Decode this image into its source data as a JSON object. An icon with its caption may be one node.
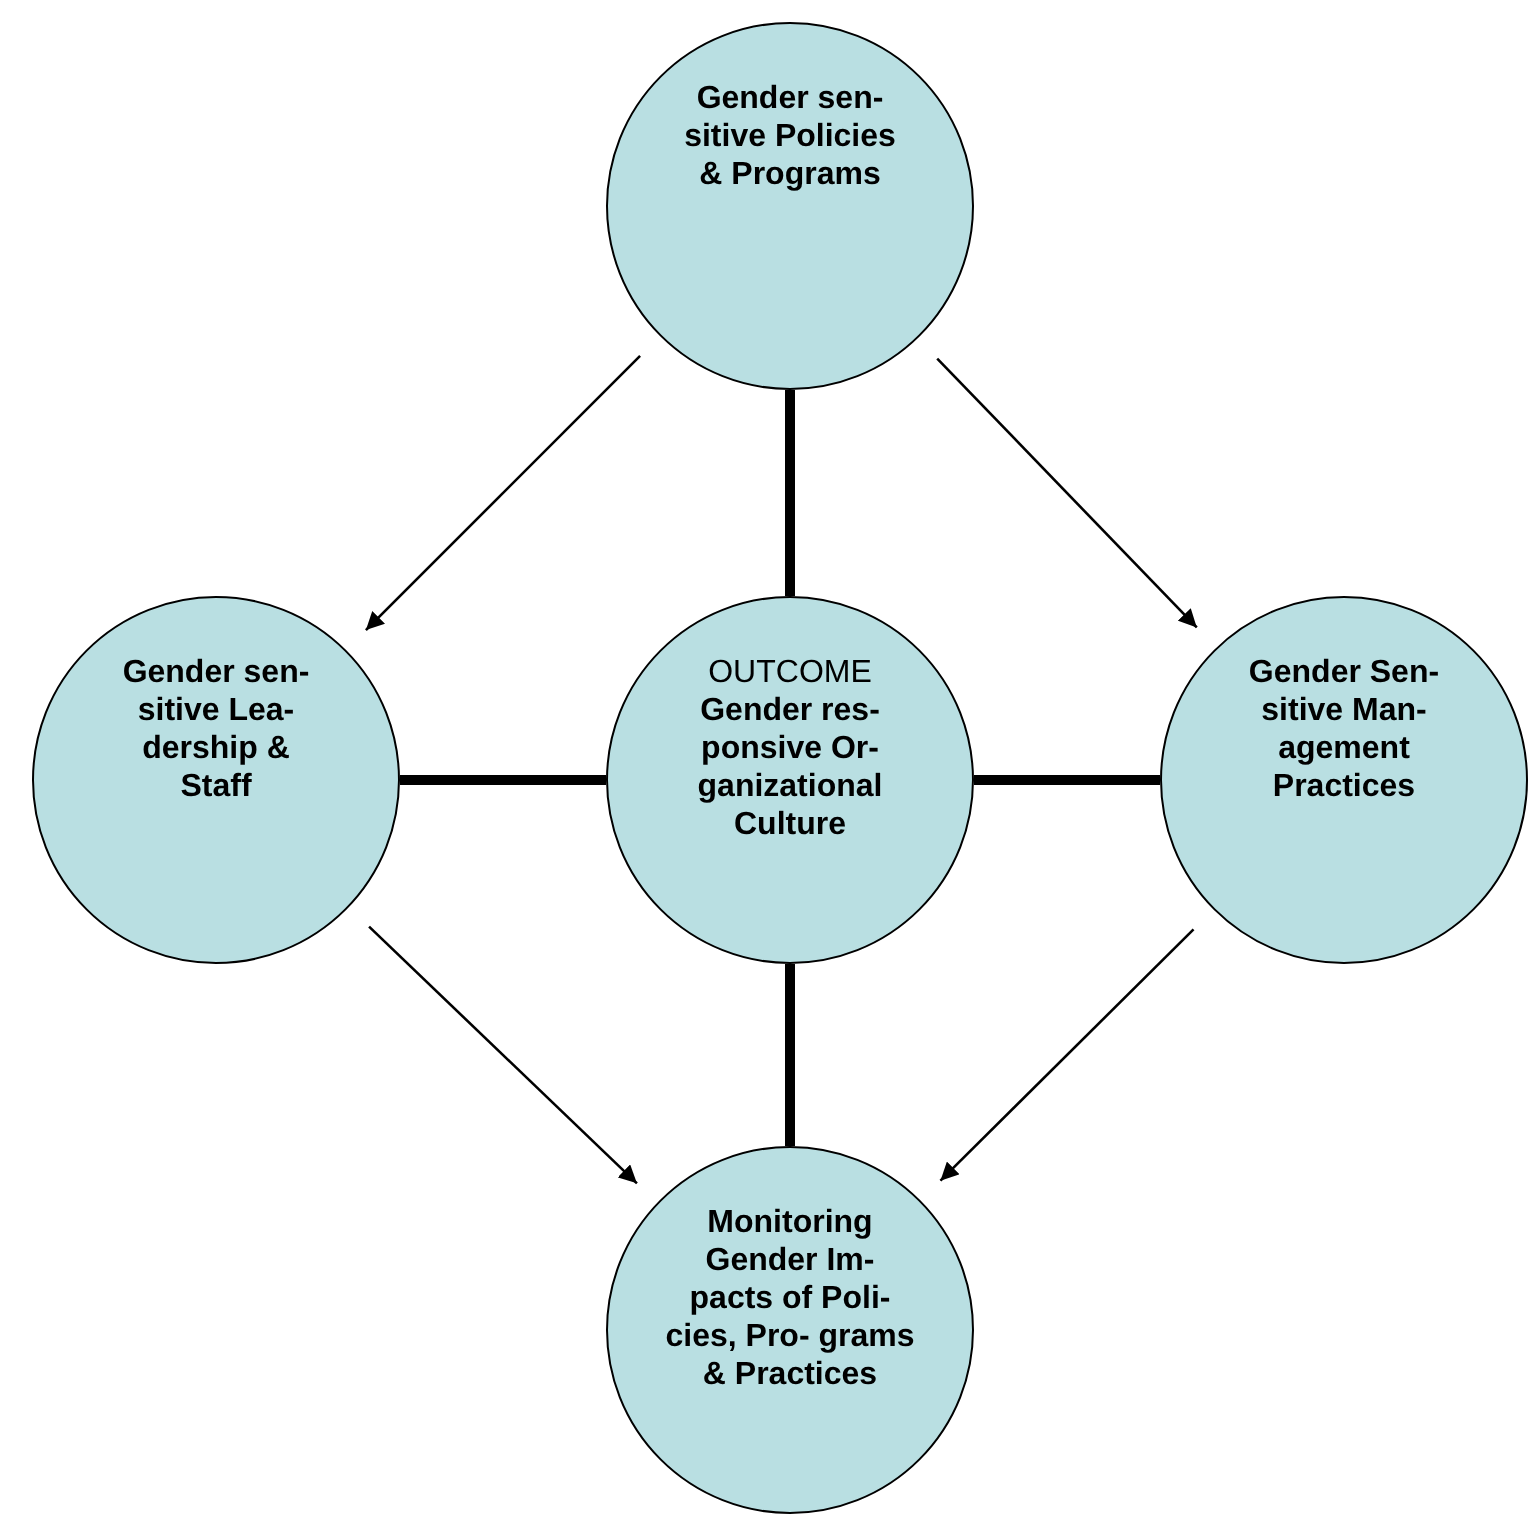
{
  "diagram": {
    "nodes": [
      {
        "text": [
          "Gender sen- sitive Policies & Programs"
        ]
      },
      {
        "text": [
          "Gender sen- sitive Lea- dership & Staff"
        ]
      },
      {
        "text": [
          "OUTCOME",
          "Gender res- ponsive Or- ganizational Culture"
        ]
      },
      {
        "text": [
          "Gender Sen- sitive Man- agement Practices"
        ]
      },
      {
        "text": [
          "Monitoring Gender Im- pacts of Poli- cies, Pro- grams & Practices"
        ]
      }
    ],
    "edges": [
      {
        "from": 0,
        "to": 1,
        "arrow": "to"
      },
      {
        "from": 0,
        "to": 3,
        "arrow": "to"
      },
      {
        "from": 1,
        "to": 4,
        "arrow": "to"
      },
      {
        "from": 3,
        "to": 4,
        "arrow": "to"
      },
      {
        "from": 0,
        "to": 2,
        "arrow": "none",
        "style": "thick"
      },
      {
        "from": 1,
        "to": 2,
        "arrow": "none",
        "style": "thick"
      },
      {
        "from": 2,
        "to": 3,
        "arrow": "none",
        "style": "thick"
      },
      {
        "from": 2,
        "to": 4,
        "arrow": "none",
        "style": "thick"
      }
    ]
  }
}
